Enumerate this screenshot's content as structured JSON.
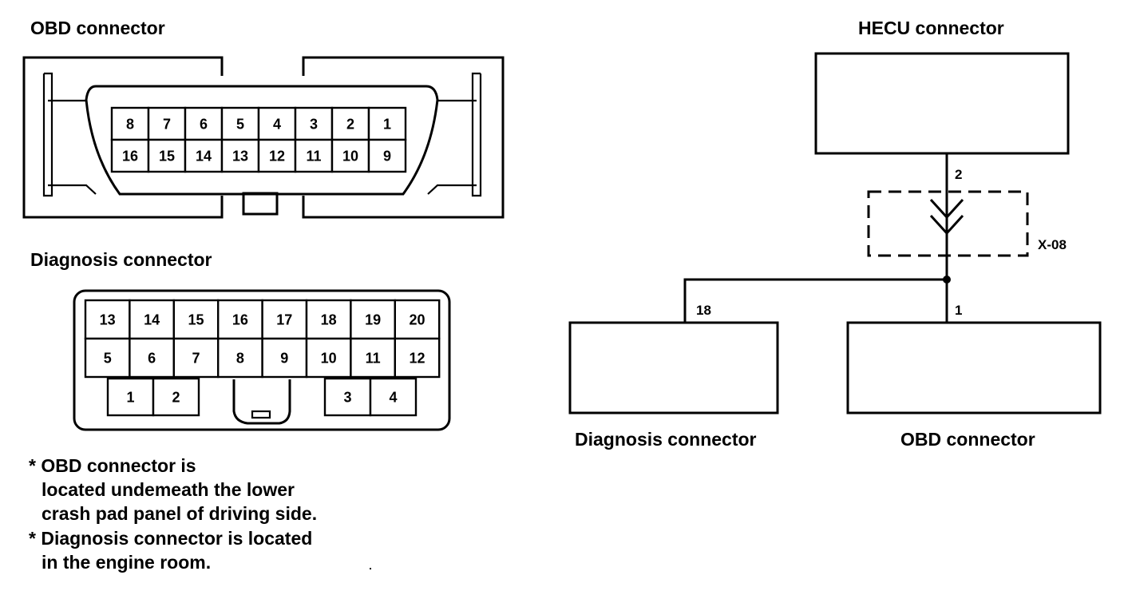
{
  "obd_connector": {
    "title": "OBD connector",
    "top_row": [
      "8",
      "7",
      "6",
      "5",
      "4",
      "3",
      "2",
      "1"
    ],
    "bottom_row": [
      "16",
      "15",
      "14",
      "13",
      "12",
      "11",
      "10",
      "9"
    ]
  },
  "diagnosis_connector": {
    "title": "Diagnosis connector",
    "top_row": [
      "13",
      "14",
      "15",
      "16",
      "17",
      "18",
      "19",
      "20"
    ],
    "middle_row": [
      "5",
      "6",
      "7",
      "8",
      "9",
      "10",
      "11",
      "12"
    ],
    "bottom_left": [
      "1",
      "2"
    ],
    "bottom_right": [
      "3",
      "4"
    ]
  },
  "notes": [
    "* OBD connector is",
    "located undemeath the lower",
    "crash pad panel of driving side.",
    "* Diagnosis connector is located",
    "in the engine room."
  ],
  "circuit": {
    "hecu_label": "HECU connector",
    "hecu_pin": "2",
    "connector_label": "X-08",
    "diag_pin": "18",
    "obd_pin": "1",
    "diag_label": "Diagnosis connector",
    "obd_label": "OBD connector"
  }
}
